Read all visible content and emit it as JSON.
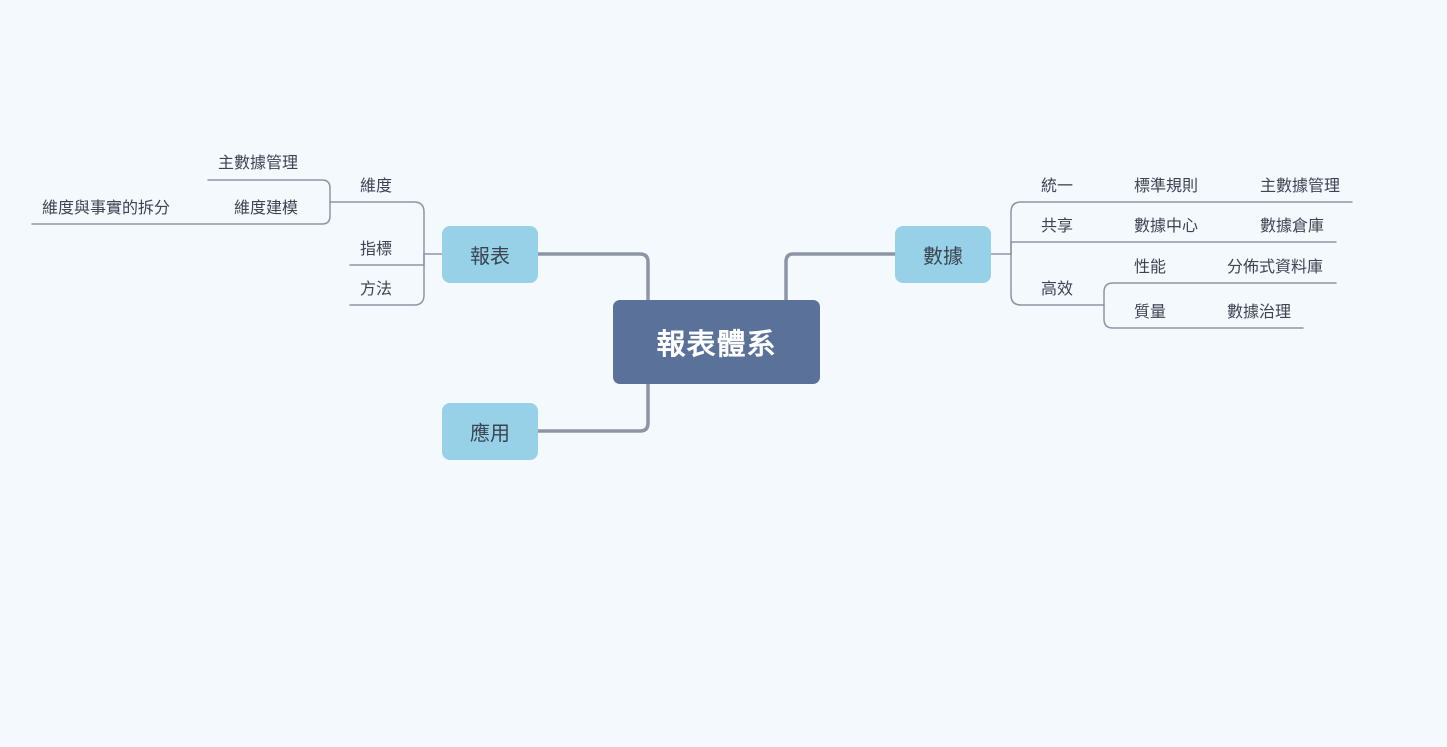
{
  "mindmap": {
    "root": "報表體系",
    "left": {
      "report": {
        "label": "報表",
        "dimension": "維度",
        "master_data_mgmt": "主數據管理",
        "dimension_modeling": "維度建模",
        "dim_fact_split": "維度與事實的拆分",
        "indicator": "指標",
        "method": "方法"
      },
      "application": {
        "label": "應用"
      }
    },
    "right": {
      "data": {
        "label": "數據",
        "unified": "統一",
        "standard_rules": "標準規則",
        "master_data_mgmt": "主數據管理",
        "shared": "共享",
        "data_center": "數據中心",
        "data_warehouse": "數據倉庫",
        "efficient": "高效",
        "performance": "性能",
        "distributed_db": "分佈式資料庫",
        "quality": "質量",
        "data_governance": "數據治理"
      }
    }
  },
  "colors": {
    "background": "#f4f9fe",
    "root_fill": "#5a7199",
    "topic_fill": "#97d1e7",
    "connector": "#8d95a5"
  }
}
